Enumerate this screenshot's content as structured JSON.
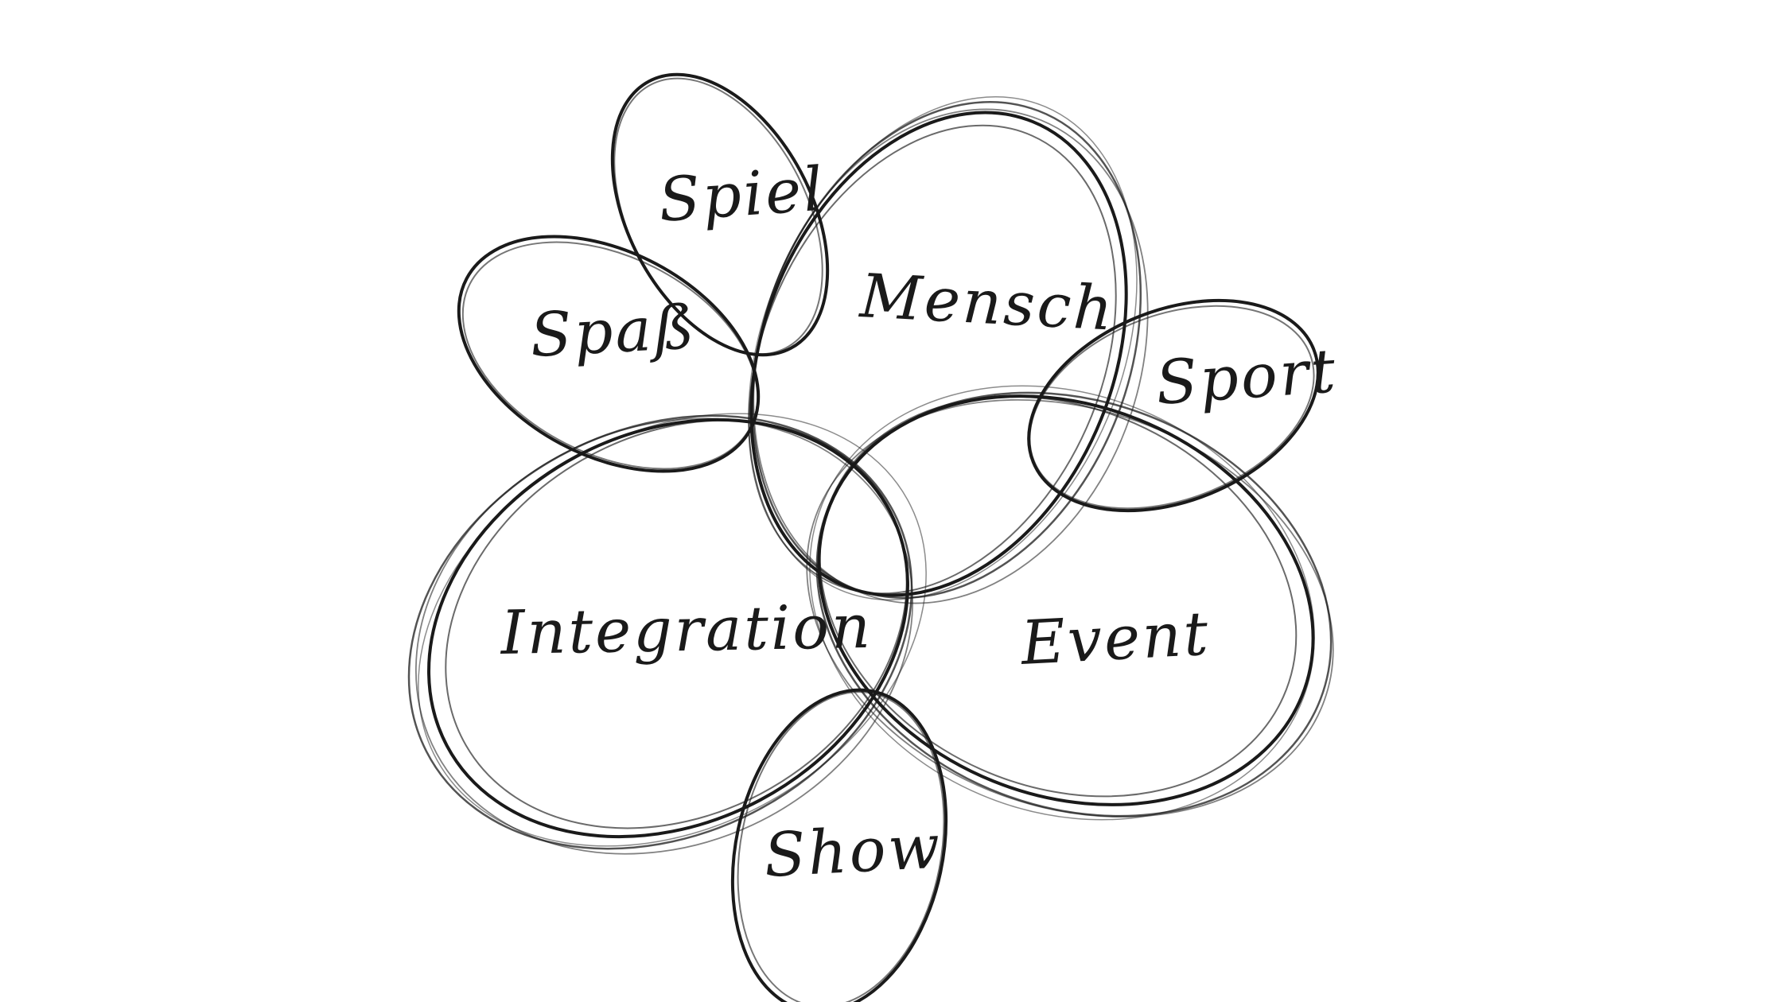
{
  "ink_color": "#1a1a1a",
  "background_color": "#ffffff",
  "diagram": {
    "nodes": [
      {
        "id": "spiel",
        "label": "Spiel"
      },
      {
        "id": "mensch",
        "label": "Mensch"
      },
      {
        "id": "spass",
        "label": "Spaß"
      },
      {
        "id": "sport",
        "label": "Sport"
      },
      {
        "id": "integration",
        "label": "Integration"
      },
      {
        "id": "event",
        "label": "Event"
      },
      {
        "id": "show",
        "label": "Show"
      }
    ]
  }
}
